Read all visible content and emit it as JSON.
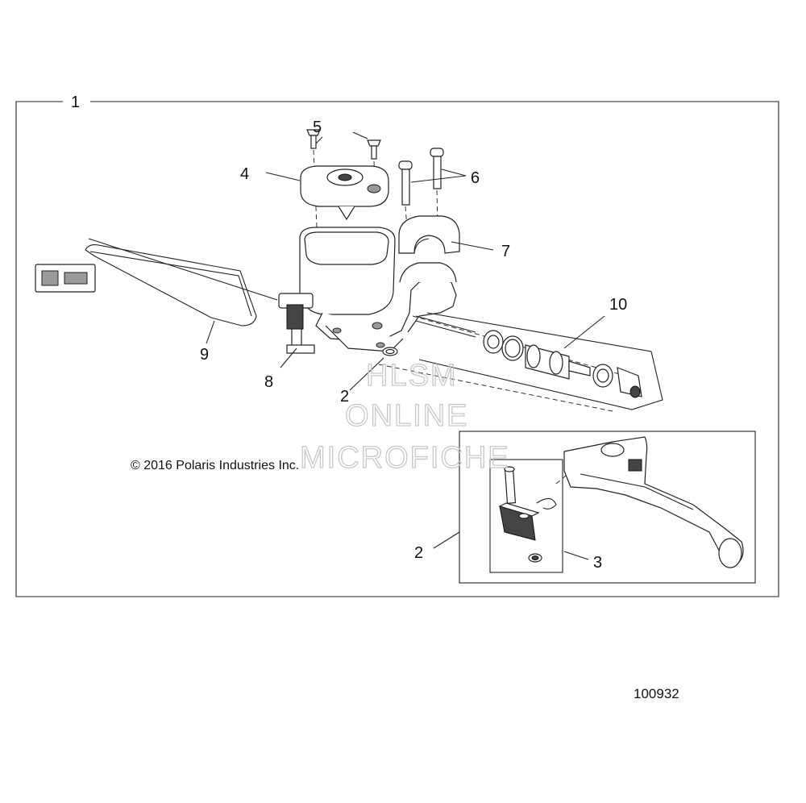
{
  "callouts": [
    {
      "id": "1",
      "label": "1"
    },
    {
      "id": "2a",
      "label": "2"
    },
    {
      "id": "2b",
      "label": "2"
    },
    {
      "id": "3",
      "label": "3"
    },
    {
      "id": "4",
      "label": "4"
    },
    {
      "id": "5",
      "label": "5"
    },
    {
      "id": "6",
      "label": "6"
    },
    {
      "id": "7",
      "label": "7"
    },
    {
      "id": "8",
      "label": "8"
    },
    {
      "id": "9",
      "label": "9"
    },
    {
      "id": "10",
      "label": "10"
    }
  ],
  "copyright": "© 2016 Polaris Industries Inc.",
  "watermark": {
    "line1": "HLSM",
    "line2": "ONLINE",
    "line3": "MICROFICHE"
  },
  "reference_number": "100932"
}
